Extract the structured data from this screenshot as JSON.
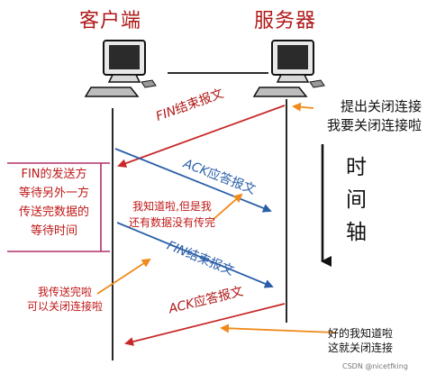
{
  "titles": {
    "client": "客户端",
    "server": "服务器"
  },
  "messages": {
    "fin1": {
      "en": "FIN",
      "cn": "结束报文",
      "color": "#b01818"
    },
    "ack1": {
      "en": "ACK",
      "cn": "应答报文",
      "color": "#2a5fa8"
    },
    "fin2": {
      "en": "FIN",
      "cn": "结束报文",
      "color": "#2a5fa8"
    },
    "ack2": {
      "en": "ACK",
      "cn": "应答报文",
      "color": "#b01818"
    }
  },
  "notes": {
    "server_close": [
      "提出关闭连接",
      "我要关闭连接啦"
    ],
    "client_wait": [
      "FIN的发送方",
      "等待另外一方",
      "传送完数据的",
      "等待时间"
    ],
    "server_ack": [
      "我知道啦,但是我",
      "还有数据没有传完"
    ],
    "server_done": [
      "我传送完啦",
      "可以关闭连接啦"
    ],
    "client_ok": [
      "好的我知道啦",
      "这就关闭连接"
    ]
  },
  "timeline": [
    "时",
    "间",
    "轴"
  ],
  "watermark": "CSDN @nicetfking",
  "colors": {
    "red": "#c8282a",
    "blue": "#2a5fa8",
    "orange": "#f08a1c",
    "pink": "#b0306a"
  }
}
